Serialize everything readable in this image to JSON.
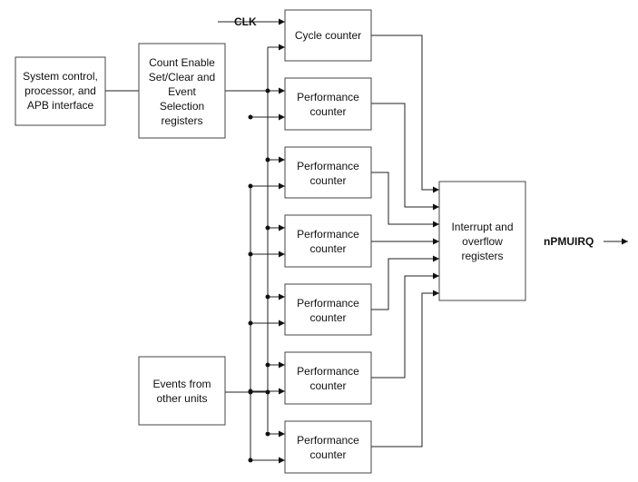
{
  "blocks": {
    "system_control": [
      "System control,",
      "processor, and",
      "APB interface"
    ],
    "count_enable": [
      "Count Enable",
      "Set/Clear and",
      "Event",
      "Selection",
      "registers"
    ],
    "events_from_units": [
      "Events from",
      "other units"
    ],
    "cycle_counter": [
      "Cycle counter"
    ],
    "performance_counter": [
      "Performance",
      "counter"
    ],
    "interrupt_overflow": [
      "Interrupt and",
      "overflow",
      "registers"
    ]
  },
  "signals": {
    "clk": "CLK",
    "npmuirq": "nPMUIRQ"
  },
  "counts": {
    "performance_counters": 6
  }
}
